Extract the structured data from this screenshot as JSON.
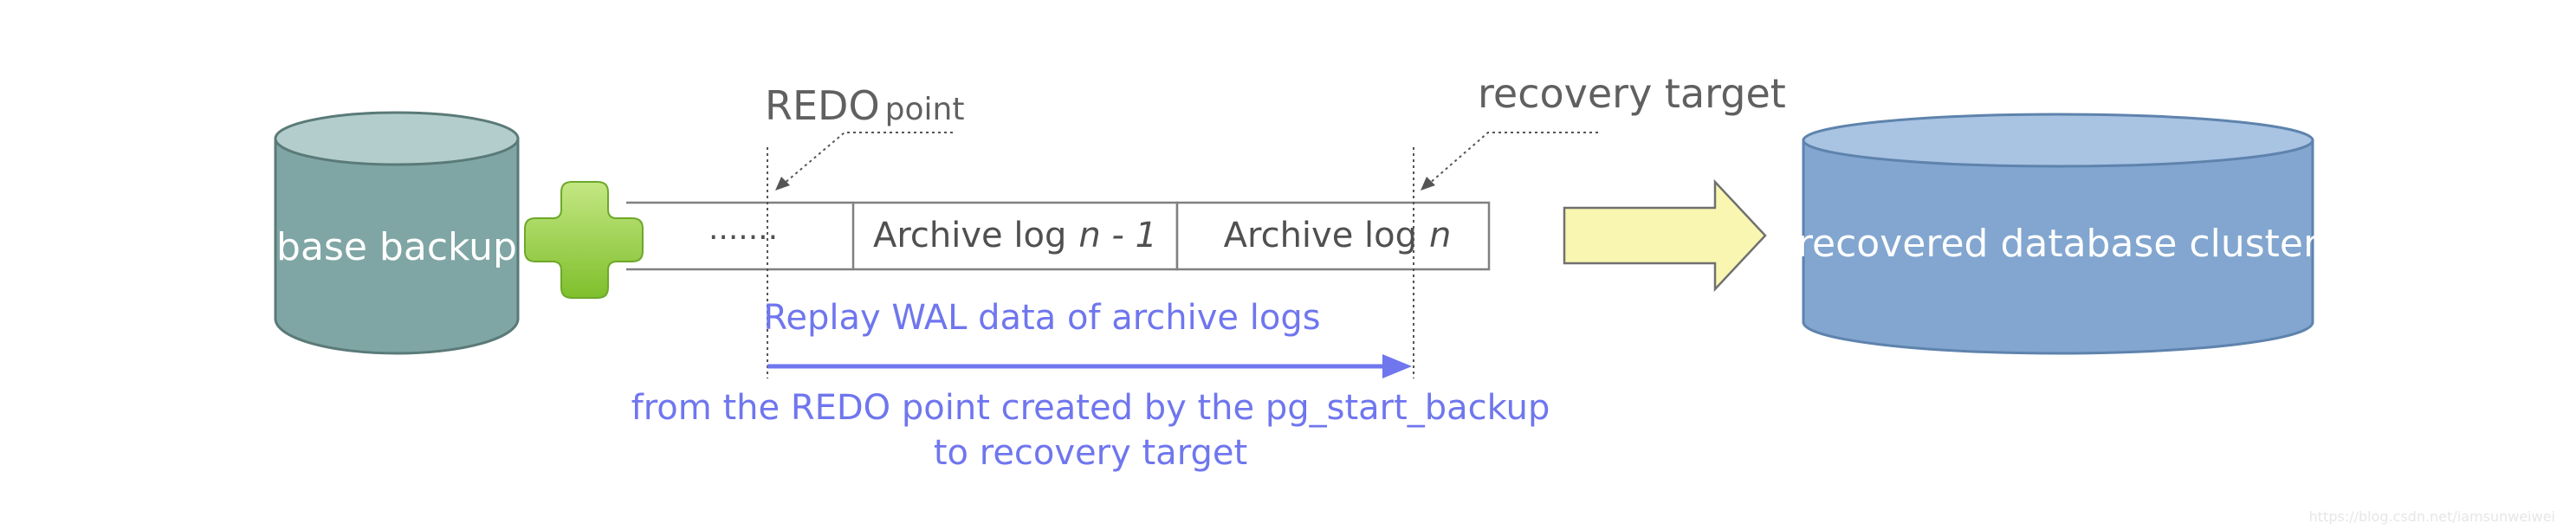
{
  "diagram": {
    "base_backup_label": "base backup",
    "recovered_label": "recovered database cluster",
    "redo_point_main": "REDO",
    "redo_point_suffix": "point",
    "recovery_target_label": "recovery target",
    "dots_label": "·······",
    "archive_log_prev_text": "Archive log",
    "archive_log_prev_var": "n - 1",
    "archive_log_last_text": "Archive log",
    "archive_log_last_var": "n",
    "replay_label": "Replay WAL data of archive logs",
    "from_line1": "from the REDO point created by the pg_start_backup",
    "from_line2": "to recovery target",
    "watermark": "https://blog.csdn.net/iamsunweiwei"
  },
  "colors": {
    "base_backup_fill": "#7fa6a4",
    "base_backup_top": "#b2cdcc",
    "recovered_fill": "#82a6cf",
    "recovered_top": "#a9c3e2",
    "plus_fill": "#96cc44",
    "arrow_fill": "#f8f6b0",
    "arrow_stroke": "#707070",
    "replay_blue": "#6f76ee",
    "label_gray": "#606060"
  }
}
